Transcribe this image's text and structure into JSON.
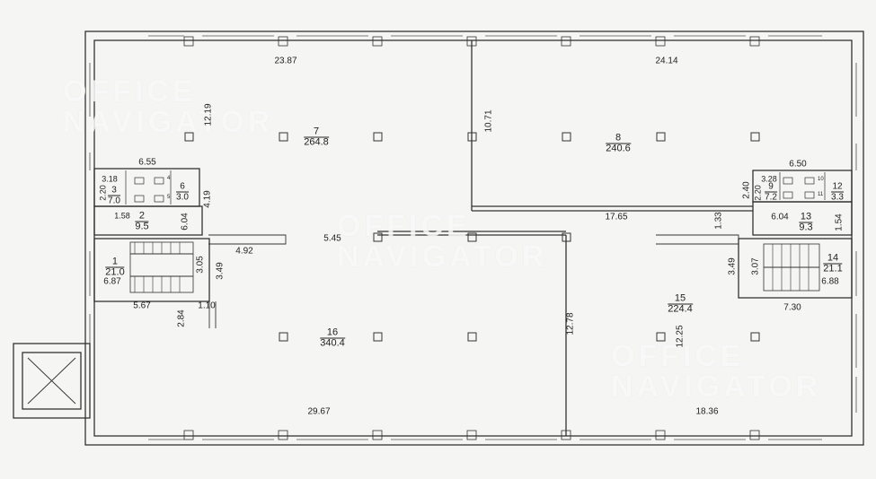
{
  "watermark": {
    "line1": "OFFICE",
    "line2": "NAVIGATOR"
  },
  "rooms": [
    {
      "number": "1",
      "area": "21.0"
    },
    {
      "number": "2",
      "area": "9.5"
    },
    {
      "number": "3",
      "area": "7.0"
    },
    {
      "number": "6",
      "area": "3.0"
    },
    {
      "number": "7",
      "area": "264.8"
    },
    {
      "number": "8",
      "area": "240.6"
    },
    {
      "number": "9",
      "area": "7.2"
    },
    {
      "number": "12",
      "area": "3.3"
    },
    {
      "number": "13",
      "area": "9.3"
    },
    {
      "number": "14",
      "area": "21.1"
    },
    {
      "number": "15",
      "area": "224.4"
    },
    {
      "number": "16",
      "area": "340.4"
    }
  ],
  "toilet_numbers": [
    "4",
    "5",
    "10",
    "11"
  ],
  "dimensions": {
    "d_23_87": "23.87",
    "d_12_19": "12.19",
    "d_24_14": "24.14",
    "d_10_71": "10.71",
    "d_6_55": "6.55",
    "d_3_18": "3.18",
    "d_2_20a": "2.20",
    "d_1_58": "1.58",
    "d_4_19": "4.19",
    "d_6_04a": "6.04",
    "d_4_92": "4.92",
    "d_5_45": "5.45",
    "d_3_05": "3.05",
    "d_3_49a": "3.49",
    "d_6_87": "6.87",
    "d_5_67": "5.67",
    "d_1_10": "1.10",
    "d_2_84": "2.84",
    "d_29_67": "29.67",
    "d_12_78": "12.78",
    "d_17_65": "17.65",
    "d_1_33": "1.33",
    "d_6_50": "6.50",
    "d_3_28": "3.28",
    "d_2_20b": "2.20",
    "d_2_40": "2.40",
    "d_6_04b": "6.04",
    "d_1_54": "1.54",
    "d_3_07": "3.07",
    "d_3_49b": "3.49",
    "d_6_88": "6.88",
    "d_7_30": "7.30",
    "d_12_25": "12.25",
    "d_18_36": "18.36"
  }
}
